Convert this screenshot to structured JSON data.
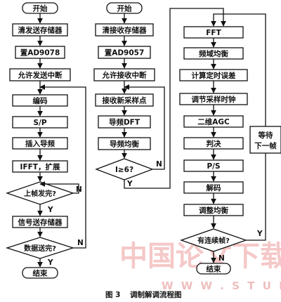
{
  "column1": {
    "start": "开始",
    "clear_tx": "清发送存储器",
    "set_ad9078": "置AD9078",
    "enable_tx_int": "允许发送中断",
    "encode": "编码",
    "s_to_p": "S/P",
    "insert_pilot": "插入导频",
    "ifft": "IFFT，扩展",
    "prev_frame_sent": "上帧发完?",
    "signal_to_tx_mem": "信号送存储器",
    "data_sent": "数据送完?",
    "end": "结束",
    "yes": "Y",
    "no": "N"
  },
  "column2": {
    "start": "开始",
    "clear_rx": "清接收存储器",
    "set_ad9057": "置AD9057",
    "enable_rx_int": "允许接收中断",
    "receive_sample": "接收新采样点",
    "pilot_dft": "导频DFT",
    "pilot_equalize": "导频均衡",
    "i_ge_6": "I≥6?",
    "yes": "Y",
    "no": "N"
  },
  "column3": {
    "fft": "FFT",
    "freq_equalize": "频域均衡",
    "timing_error": "计算定时误差",
    "adjust_clock": "调节采样时钟",
    "agc_2d": "二维AGC",
    "decide": "判决",
    "p_to_s": "P/S",
    "decode": "解码",
    "adjust_equalize": "调整均衡",
    "has_next_frame": "有连续帧?",
    "end": "结束",
    "wait_line1": "等待",
    "wait_line2": "下一帧",
    "yes": "Y",
    "no": "N"
  },
  "caption": {
    "figure_no": "图 3",
    "title": "调制解调流程图"
  },
  "watermark": {
    "text": "中国论文下载",
    "url": "W W W . S T U D A ."
  }
}
